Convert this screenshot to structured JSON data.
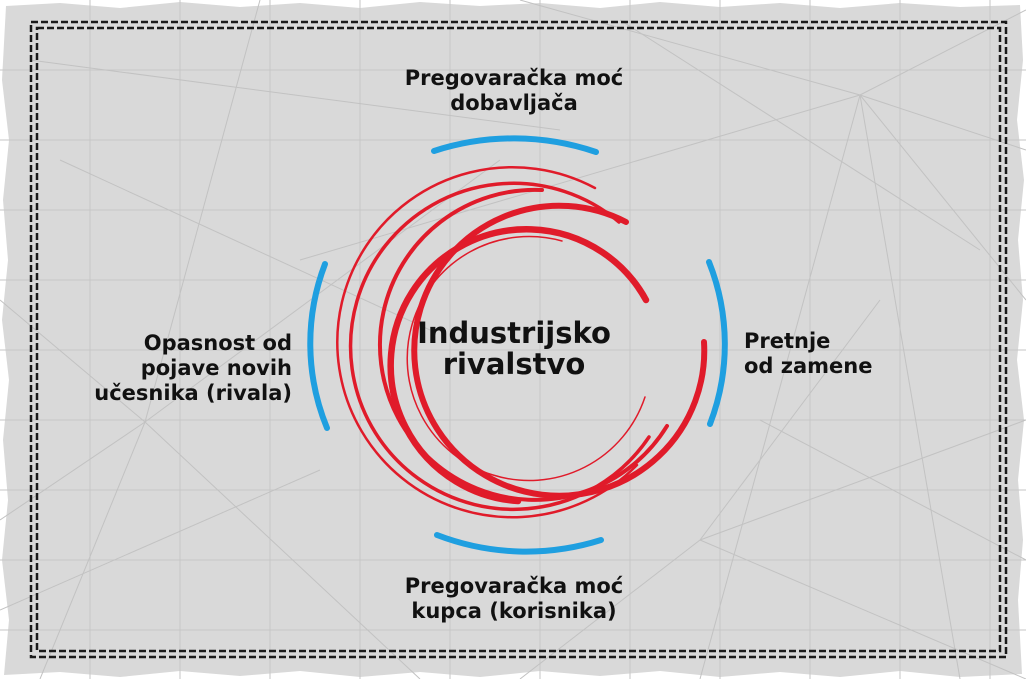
{
  "diagram": {
    "center": {
      "line1": "Industrijsko",
      "line2": "rivalstvo"
    },
    "forces": {
      "top": {
        "line1": "Pregovaračka moć",
        "line2": "dobavljača"
      },
      "right": {
        "line1": "Pretnje",
        "line2": "od zamene"
      },
      "bottom": {
        "line1": "Pregovaračka moć",
        "line2": "kupca (korisnika)"
      },
      "left": {
        "line1": "Opasnost od",
        "line2": "pojave novih",
        "line3": "učesnika (rivala)"
      }
    }
  },
  "colors": {
    "background": "#d9d9d9",
    "rivalry_rings": "#e01b2a",
    "force_arcs": "#1f9fe0",
    "border": "#1a1a1a",
    "text": "#111111"
  }
}
